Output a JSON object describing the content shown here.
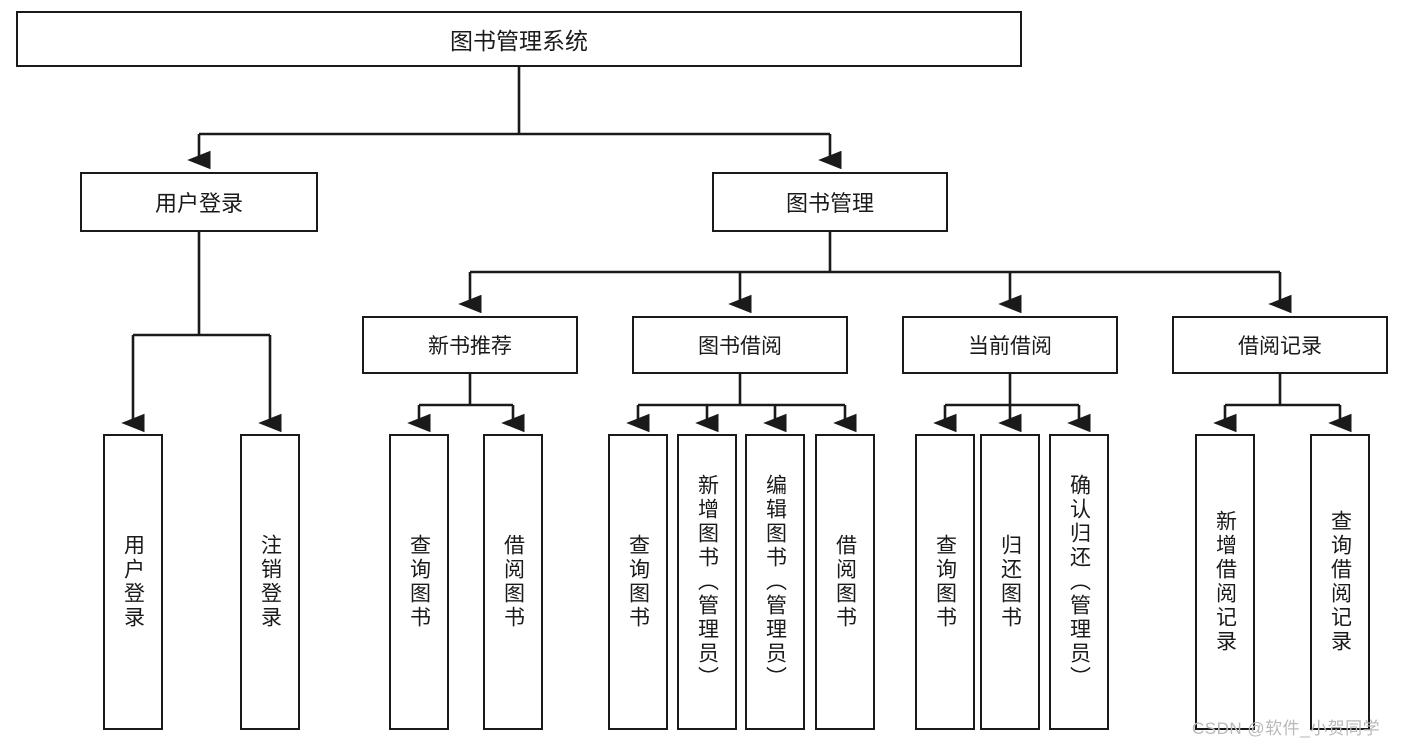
{
  "diagram": {
    "type": "tree",
    "title": "图书管理系统",
    "root": {
      "label": "图书管理系统",
      "children": [
        {
          "label": "用户登录",
          "children": [
            {
              "label": "用户登录"
            },
            {
              "label": "注销登录"
            }
          ]
        },
        {
          "label": "图书管理",
          "children": [
            {
              "label": "新书推荐",
              "children": [
                {
                  "label": "查询图书"
                },
                {
                  "label": "借阅图书"
                }
              ]
            },
            {
              "label": "图书借阅",
              "children": [
                {
                  "label": "查询图书"
                },
                {
                  "label": "新增图书（管理员）"
                },
                {
                  "label": "编辑图书（管理员）"
                },
                {
                  "label": "借阅图书"
                }
              ]
            },
            {
              "label": "当前借阅",
              "children": [
                {
                  "label": "查询图书"
                },
                {
                  "label": "归还图书"
                },
                {
                  "label": "确认归还（管理员）"
                }
              ]
            },
            {
              "label": "借阅记录",
              "children": [
                {
                  "label": "新增借阅记录"
                },
                {
                  "label": "查询借阅记录"
                }
              ]
            }
          ]
        }
      ]
    }
  },
  "nodes": {
    "root": "图书管理系统",
    "user_login": "用户登录",
    "book_management": "图书管理",
    "new_book_recommend": "新书推荐",
    "book_borrow": "图书借阅",
    "current_borrow": "当前借阅",
    "borrow_record": "借阅记录",
    "leaf_user_login": "用户登录",
    "leaf_logout": "注销登录",
    "leaf_query_book_1": "查询图书",
    "leaf_borrow_book_1": "借阅图书",
    "leaf_query_book_2": "查询图书",
    "leaf_add_book_admin": "新增图书（管理员）",
    "leaf_edit_book_admin": "编辑图书（管理员）",
    "leaf_borrow_book_2": "借阅图书",
    "leaf_query_book_3": "查询图书",
    "leaf_return_book": "归还图书",
    "leaf_confirm_return_admin": "确认归还（管理员）",
    "leaf_add_borrow_record": "新增借阅记录",
    "leaf_query_borrow_record": "查询借阅记录"
  },
  "watermark": {
    "text": "CSDN @软件_小贺同学"
  },
  "colors": {
    "line": "#1a1a1a",
    "box_fill": "#ffffff",
    "text": "#1a1a1a",
    "watermark": "#b9b9b9"
  }
}
